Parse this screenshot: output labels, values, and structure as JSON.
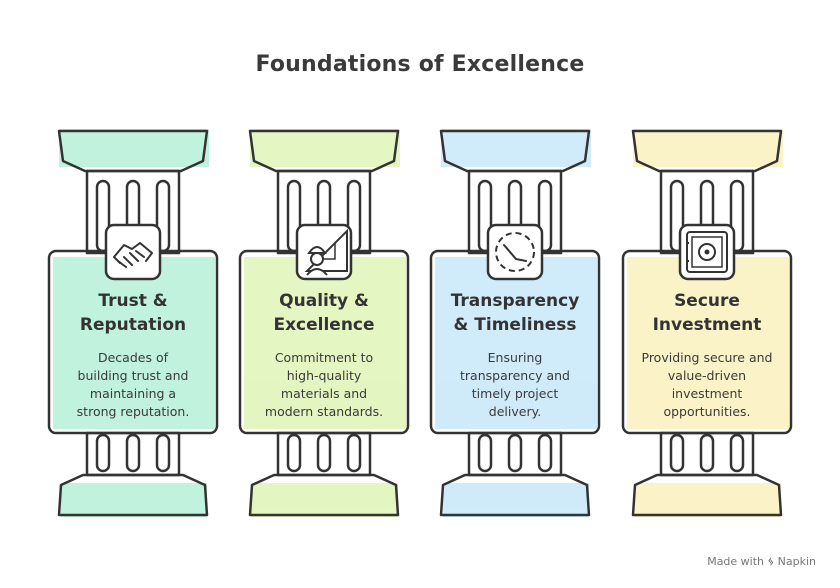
{
  "title": "Foundations of Excellence",
  "pillars": [
    {
      "heading": "Trust &\nReputation",
      "description": "Decades of\nbuilding trust and\nmaintaining a\nstrong reputation.",
      "icon": "handshake-icon",
      "color": "#8ee8c2"
    },
    {
      "heading": "Quality &\nExcellence",
      "description": "Commitment to\nhigh-quality\nmaterials and\nmodern standards.",
      "icon": "engineer-icon",
      "color": "#cdef8f"
    },
    {
      "heading": "Transparency\n& Timeliness",
      "description": "Ensuring\ntransparency and\ntimely project\ndelivery.",
      "icon": "timer-icon",
      "color": "#a9dcf6"
    },
    {
      "heading": "Secure\nInvestment",
      "description": "Providing secure and\nvalue-driven\ninvestment\nopportunities.",
      "icon": "safe-icon",
      "color": "#f8ea9a"
    }
  ],
  "footer": {
    "made_with": "Made with",
    "brand": "Napkin"
  }
}
